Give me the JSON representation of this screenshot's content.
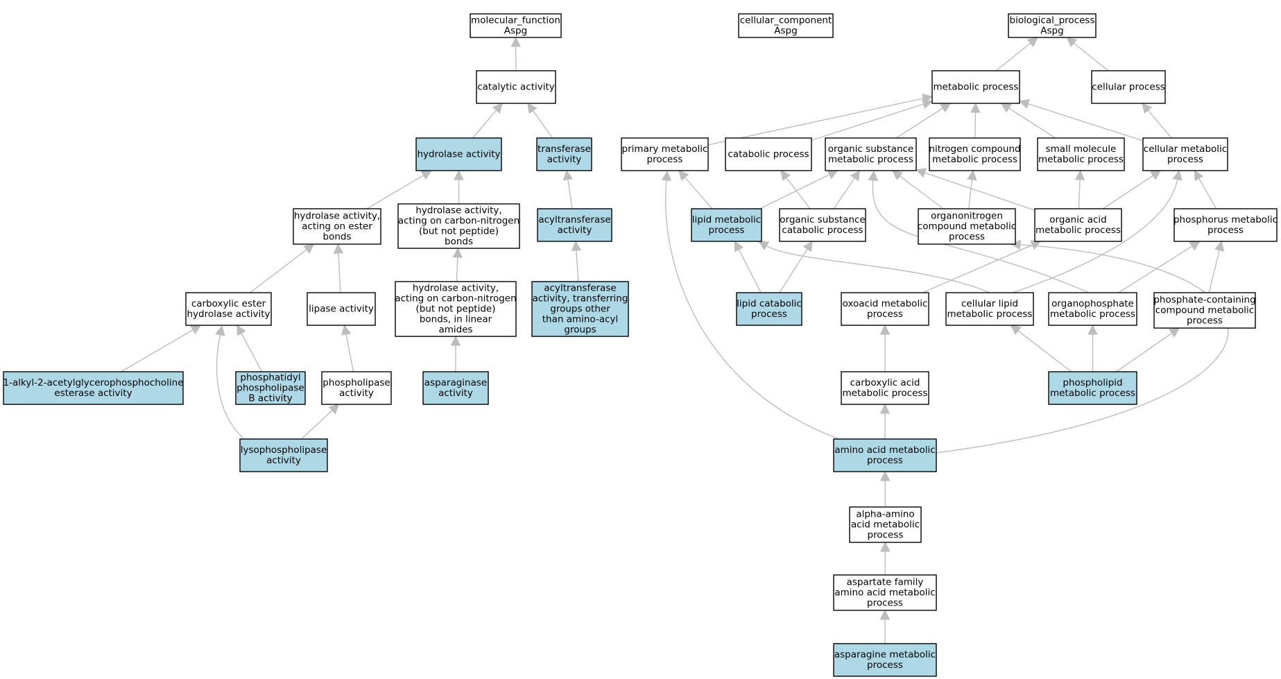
{
  "colors": {
    "highlight_fill": "#add8e6",
    "default_fill": "#ffffff",
    "edge": "#bdbdbd",
    "border": "#000000"
  },
  "nodes": [
    {
      "id": "mf",
      "lines": [
        "molecular_function",
        "Aspg"
      ],
      "highlight": false
    },
    {
      "id": "cc",
      "lines": [
        "cellular_component",
        "Aspg"
      ],
      "highlight": false
    },
    {
      "id": "bp",
      "lines": [
        "biological_process",
        "Aspg"
      ],
      "highlight": false
    },
    {
      "id": "catalytic",
      "lines": [
        "catalytic activity"
      ],
      "highlight": false
    },
    {
      "id": "hydrolase",
      "lines": [
        "hydrolase activity"
      ],
      "highlight": true
    },
    {
      "id": "transferase",
      "lines": [
        "transferase",
        "activity"
      ],
      "highlight": true
    },
    {
      "id": "hydro_ester",
      "lines": [
        "hydrolase activity,",
        "acting on ester",
        "bonds"
      ],
      "highlight": false
    },
    {
      "id": "hydro_cn",
      "lines": [
        "hydrolase activity,",
        "acting on carbon-nitrogen",
        "(but not peptide)",
        "bonds"
      ],
      "highlight": false
    },
    {
      "id": "acyltransferase",
      "lines": [
        "acyltransferase",
        "activity"
      ],
      "highlight": true
    },
    {
      "id": "carbox_ester",
      "lines": [
        "carboxylic ester",
        "hydrolase activity"
      ],
      "highlight": false
    },
    {
      "id": "lipase",
      "lines": [
        "lipase activity"
      ],
      "highlight": false
    },
    {
      "id": "hydro_cn_linear",
      "lines": [
        "hydrolase activity,",
        "acting on carbon-nitrogen",
        "(but not peptide)",
        "bonds, in linear",
        "amides"
      ],
      "highlight": false
    },
    {
      "id": "acyl_other",
      "lines": [
        "acyltransferase",
        "activity, transferring",
        "groups other",
        "than amino-acyl",
        "groups"
      ],
      "highlight": true
    },
    {
      "id": "alkyl",
      "lines": [
        "1-alkyl-2-acetylglycerophosphocholine",
        "esterase activity"
      ],
      "highlight": true
    },
    {
      "id": "phosphatidyl",
      "lines": [
        "phosphatidyl",
        "phospholipase",
        "B activity"
      ],
      "highlight": true
    },
    {
      "id": "phospholipase",
      "lines": [
        "phospholipase",
        "activity"
      ],
      "highlight": false
    },
    {
      "id": "asparaginase",
      "lines": [
        "asparaginase",
        "activity"
      ],
      "highlight": true
    },
    {
      "id": "lysophospholipase",
      "lines": [
        "lysophospholipase",
        "activity"
      ],
      "highlight": true
    },
    {
      "id": "metabolic",
      "lines": [
        "metabolic process"
      ],
      "highlight": false
    },
    {
      "id": "cellular_proc",
      "lines": [
        "cellular process"
      ],
      "highlight": false
    },
    {
      "id": "primary",
      "lines": [
        "primary metabolic",
        "process"
      ],
      "highlight": false
    },
    {
      "id": "catabolic",
      "lines": [
        "catabolic process"
      ],
      "highlight": false
    },
    {
      "id": "org_subst",
      "lines": [
        "organic substance",
        "metabolic process"
      ],
      "highlight": false
    },
    {
      "id": "nitrogen",
      "lines": [
        "nitrogen compound",
        "metabolic process"
      ],
      "highlight": false
    },
    {
      "id": "small_mol",
      "lines": [
        "small molecule",
        "metabolic process"
      ],
      "highlight": false
    },
    {
      "id": "cell_metab",
      "lines": [
        "cellular metabolic",
        "process"
      ],
      "highlight": false
    },
    {
      "id": "lipid_metab",
      "lines": [
        "lipid metabolic",
        "process"
      ],
      "highlight": true
    },
    {
      "id": "org_subst_cat",
      "lines": [
        "organic substance",
        "catabolic process"
      ],
      "highlight": false
    },
    {
      "id": "organonitrogen",
      "lines": [
        "organonitrogen",
        "compound metabolic",
        "process"
      ],
      "highlight": false
    },
    {
      "id": "org_acid",
      "lines": [
        "organic acid",
        "metabolic process"
      ],
      "highlight": false
    },
    {
      "id": "phosphorus",
      "lines": [
        "phosphorus metabolic",
        "process"
      ],
      "highlight": false
    },
    {
      "id": "lipid_cat",
      "lines": [
        "lipid catabolic",
        "process"
      ],
      "highlight": true
    },
    {
      "id": "oxoacid",
      "lines": [
        "oxoacid metabolic",
        "process"
      ],
      "highlight": false
    },
    {
      "id": "cell_lipid",
      "lines": [
        "cellular lipid",
        "metabolic process"
      ],
      "highlight": false
    },
    {
      "id": "organophosphate",
      "lines": [
        "organophosphate",
        "metabolic process"
      ],
      "highlight": false
    },
    {
      "id": "phosphate_cont",
      "lines": [
        "phosphate-containing",
        "compound metabolic",
        "process"
      ],
      "highlight": false
    },
    {
      "id": "carbox_acid",
      "lines": [
        "carboxylic acid",
        "metabolic process"
      ],
      "highlight": false
    },
    {
      "id": "phospholipid",
      "lines": [
        "phospholipid",
        "metabolic process"
      ],
      "highlight": true
    },
    {
      "id": "amino_acid",
      "lines": [
        "amino acid metabolic",
        "process"
      ],
      "highlight": true
    },
    {
      "id": "alpha_amino",
      "lines": [
        "alpha-amino",
        "acid metabolic",
        "process"
      ],
      "highlight": false
    },
    {
      "id": "aspartate_fam",
      "lines": [
        "aspartate family",
        "amino acid metabolic",
        "process"
      ],
      "highlight": false
    },
    {
      "id": "asparagine",
      "lines": [
        "asparagine metabolic",
        "process"
      ],
      "highlight": true
    }
  ],
  "edges": [
    {
      "from": "catalytic",
      "to": "mf"
    },
    {
      "from": "hydrolase",
      "to": "catalytic"
    },
    {
      "from": "transferase",
      "to": "catalytic"
    },
    {
      "from": "hydro_ester",
      "to": "hydrolase"
    },
    {
      "from": "hydro_cn",
      "to": "hydrolase"
    },
    {
      "from": "acyltransferase",
      "to": "transferase"
    },
    {
      "from": "carbox_ester",
      "to": "hydro_ester"
    },
    {
      "from": "lipase",
      "to": "hydro_ester"
    },
    {
      "from": "hydro_cn_linear",
      "to": "hydro_cn"
    },
    {
      "from": "acyl_other",
      "to": "acyltransferase"
    },
    {
      "from": "alkyl",
      "to": "carbox_ester"
    },
    {
      "from": "phosphatidyl",
      "to": "carbox_ester"
    },
    {
      "from": "lysophospholipase",
      "to": "carbox_ester"
    },
    {
      "from": "phospholipase",
      "to": "lipase"
    },
    {
      "from": "asparaginase",
      "to": "hydro_cn_linear"
    },
    {
      "from": "lysophospholipase",
      "to": "phospholipase"
    },
    {
      "from": "metabolic",
      "to": "bp"
    },
    {
      "from": "cellular_proc",
      "to": "bp"
    },
    {
      "from": "primary",
      "to": "metabolic"
    },
    {
      "from": "catabolic",
      "to": "metabolic"
    },
    {
      "from": "org_subst",
      "to": "metabolic"
    },
    {
      "from": "nitrogen",
      "to": "metabolic"
    },
    {
      "from": "small_mol",
      "to": "metabolic"
    },
    {
      "from": "cell_metab",
      "to": "metabolic"
    },
    {
      "from": "cell_metab",
      "to": "cellular_proc"
    },
    {
      "from": "lipid_metab",
      "to": "primary"
    },
    {
      "from": "lipid_metab",
      "to": "org_subst"
    },
    {
      "from": "org_subst_cat",
      "to": "catabolic"
    },
    {
      "from": "org_subst_cat",
      "to": "org_subst"
    },
    {
      "from": "organonitrogen",
      "to": "org_subst"
    },
    {
      "from": "organonitrogen",
      "to": "nitrogen"
    },
    {
      "from": "org_acid",
      "to": "org_subst"
    },
    {
      "from": "org_acid",
      "to": "small_mol"
    },
    {
      "from": "org_acid",
      "to": "cell_metab"
    },
    {
      "from": "phosphorus",
      "to": "cell_metab"
    },
    {
      "from": "lipid_cat",
      "to": "lipid_metab"
    },
    {
      "from": "lipid_cat",
      "to": "org_subst_cat"
    },
    {
      "from": "oxoacid",
      "to": "org_acid"
    },
    {
      "from": "cell_lipid",
      "to": "lipid_metab"
    },
    {
      "from": "cell_lipid",
      "to": "cell_metab"
    },
    {
      "from": "organophosphate",
      "to": "org_subst"
    },
    {
      "from": "organophosphate",
      "to": "phosphorus"
    },
    {
      "from": "phosphate_cont",
      "to": "phosphorus"
    },
    {
      "from": "carbox_acid",
      "to": "oxoacid"
    },
    {
      "from": "phospholipid",
      "to": "cell_lipid"
    },
    {
      "from": "phospholipid",
      "to": "organophosphate"
    },
    {
      "from": "phospholipid",
      "to": "phosphate_cont"
    },
    {
      "from": "amino_acid",
      "to": "carbox_acid"
    },
    {
      "from": "amino_acid",
      "to": "primary"
    },
    {
      "from": "amino_acid",
      "to": "organonitrogen"
    },
    {
      "from": "alpha_amino",
      "to": "amino_acid"
    },
    {
      "from": "aspartate_fam",
      "to": "alpha_amino"
    },
    {
      "from": "asparagine",
      "to": "aspartate_fam"
    }
  ]
}
